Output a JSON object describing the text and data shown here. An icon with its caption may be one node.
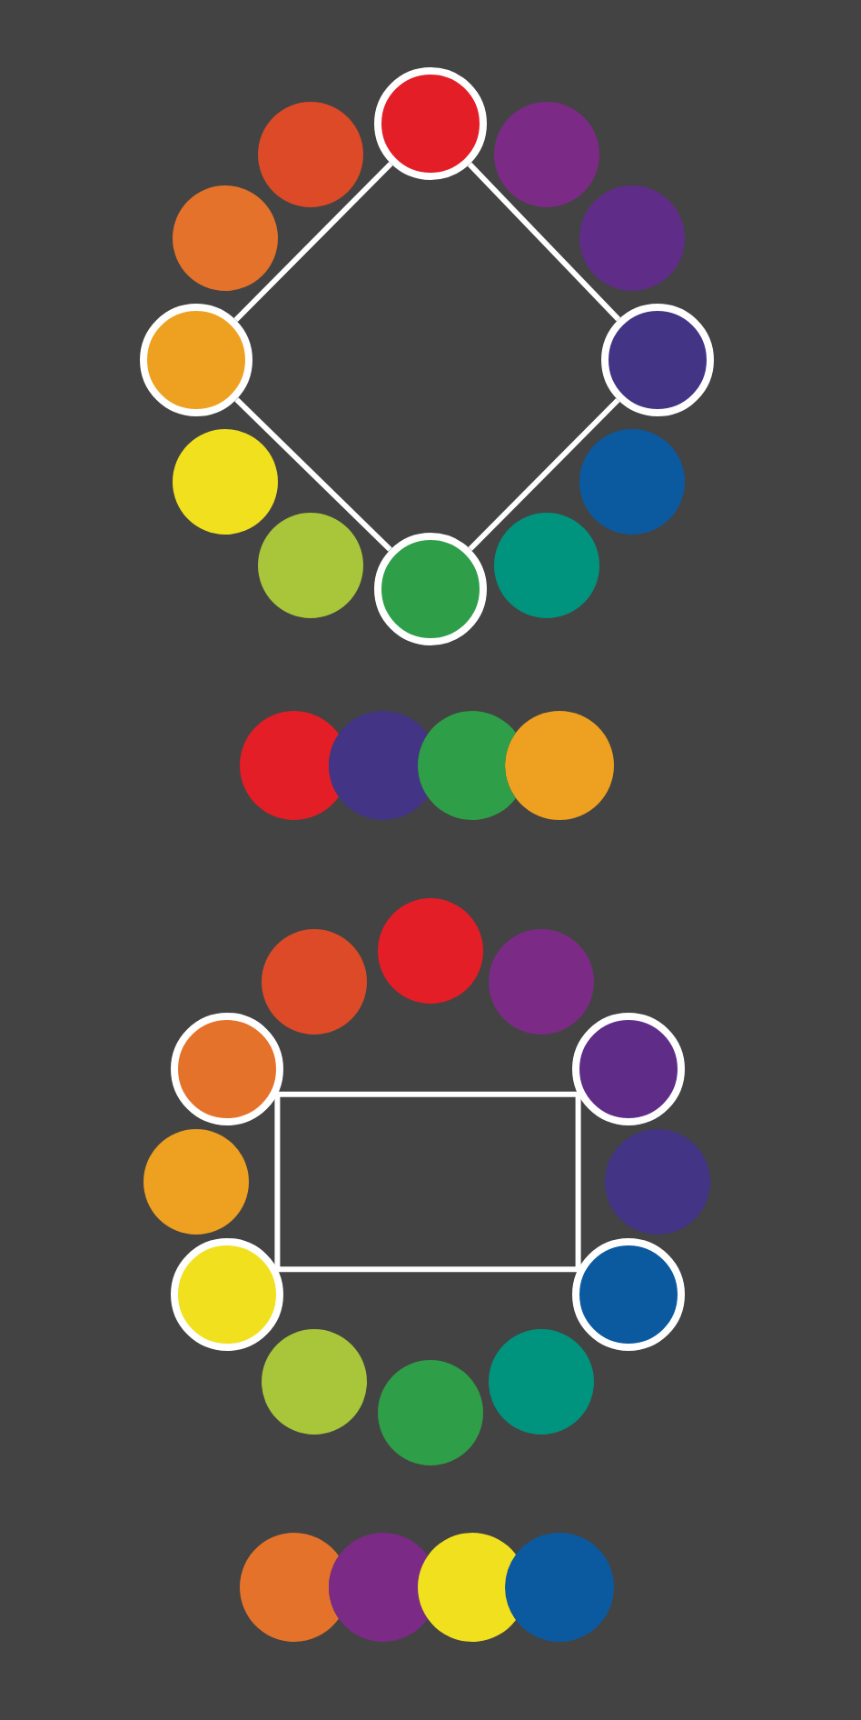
{
  "diagram": {
    "nodes": [
      {
        "text": [],
        "shape": "circle"
      },
      {
        "text": [],
        "shape": "circle"
      },
      {
        "text": [],
        "shape": "circle"
      },
      {
        "text": [],
        "shape": "circle"
      },
      {
        "text": [],
        "shape": "circle"
      },
      {
        "text": [],
        "shape": "circle"
      },
      {
        "text": [],
        "shape": "circle"
      },
      {
        "text": [],
        "shape": "circle"
      },
      {
        "text": [],
        "shape": "circle"
      },
      {
        "text": [],
        "shape": "circle"
      },
      {
        "text": [],
        "shape": "circle"
      },
      {
        "text": [],
        "shape": "circle"
      },
      {
        "text": [],
        "shape": "circle"
      },
      {
        "text": [],
        "shape": "circle"
      },
      {
        "text": [],
        "shape": "circle"
      },
      {
        "text": [],
        "shape": "circle"
      },
      {
        "text": [],
        "shape": "circle"
      },
      {
        "text": [],
        "shape": "circle"
      },
      {
        "text": [],
        "shape": "circle"
      },
      {
        "text": [],
        "shape": "circle"
      },
      {
        "text": [],
        "shape": "circle"
      },
      {
        "text": [],
        "shape": "circle"
      },
      {
        "text": [],
        "shape": "circle"
      },
      {
        "text": [],
        "shape": "circle"
      },
      {
        "text": [],
        "shape": "circle"
      },
      {
        "text": [],
        "shape": "circle"
      },
      {
        "text": [],
        "shape": "circle"
      },
      {
        "text": [],
        "shape": "circle"
      },
      {
        "text": [],
        "shape": "circle"
      },
      {
        "text": [],
        "shape": "circle"
      },
      {
        "text": [],
        "shape": "circle"
      },
      {
        "text": [],
        "shape": "circle"
      }
    ],
    "edges": [
      {
        "from": 0,
        "to": 6,
        "arrow": "none"
      },
      {
        "from": 6,
        "to": 11,
        "arrow": "none"
      },
      {
        "from": 11,
        "to": 5,
        "arrow": "none"
      },
      {
        "from": 5,
        "to": 0,
        "arrow": "none"
      },
      {
        "from": 19,
        "to": 20,
        "arrow": "none"
      },
      {
        "from": 20,
        "to": 24,
        "arrow": "none"
      },
      {
        "from": 24,
        "to": 23,
        "arrow": "none"
      },
      {
        "from": 23,
        "to": 19,
        "arrow": "none"
      }
    ]
  }
}
